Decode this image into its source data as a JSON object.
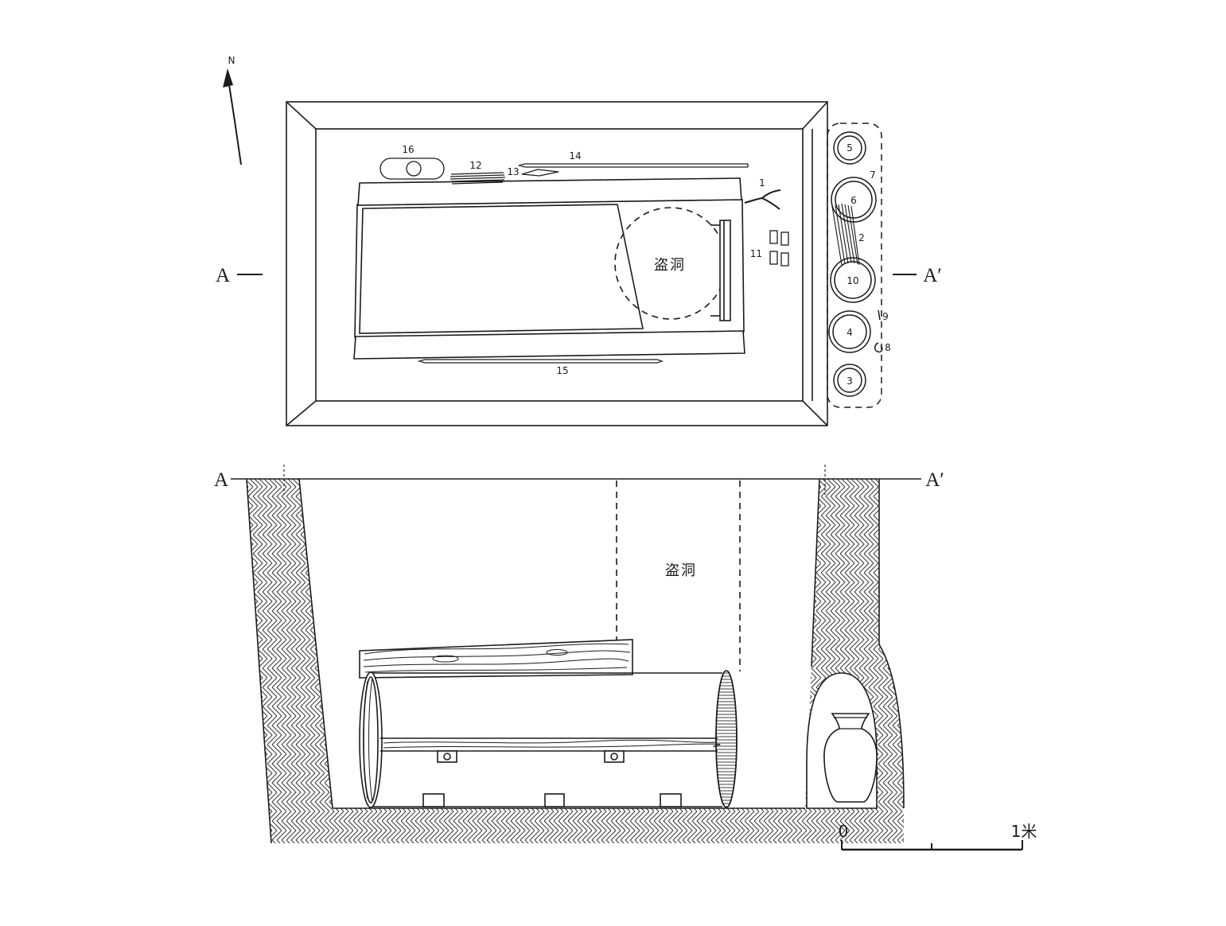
{
  "figure_bg": "#ffffff",
  "ink_color": "#1b1b1b",
  "compass": {
    "north_label": "N"
  },
  "plan": {
    "section_line": {
      "left": "A",
      "right": "A′"
    },
    "robber_hole_label": "盗洞",
    "artifact_labels": {
      "n1": "1",
      "n11": "11",
      "n12": "12",
      "n13": "13",
      "n14": "14",
      "n15": "15",
      "n16": "16"
    },
    "vessel_labels": {
      "n2": "2",
      "n3": "3",
      "n4": "4",
      "n5": "5",
      "n6": "6",
      "n7": "7",
      "n8": "8",
      "n9": "9",
      "n10": "10"
    }
  },
  "section": {
    "section_line": {
      "left": "A",
      "right": "A′"
    },
    "robber_hole_label": "盗洞"
  },
  "scale_bar": {
    "start_label": "0",
    "end_label": "1米"
  }
}
